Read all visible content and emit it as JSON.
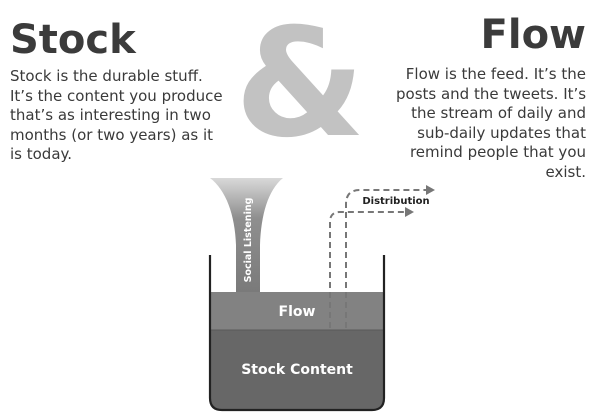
{
  "colors": {
    "title": "#3b3b3b",
    "body_text": "#3a3a3a",
    "ampersand": "#c2c2c2",
    "flow_layer": "#828282",
    "stock_layer": "#676767",
    "outline": "#222222",
    "dashed_arrow": "#777777"
  },
  "stock": {
    "title": "Stock",
    "lines": [
      "Stock is the durable stuff.",
      "It’s the content you produce",
      "that’s as interesting in two",
      "months (or two years) as it",
      "is today."
    ]
  },
  "ampersand": "&",
  "flow": {
    "title": "Flow",
    "lines": [
      "Flow is the feed. It’s the",
      "posts and the tweets. It’s",
      "the stream of daily and",
      "sub-daily updates that",
      "remind people that you",
      "exist."
    ]
  },
  "diagram": {
    "funnel_label": "Social Listening",
    "distribution_label": "Distribution",
    "flow_label": "Flow",
    "stock_label": "Stock Content"
  }
}
